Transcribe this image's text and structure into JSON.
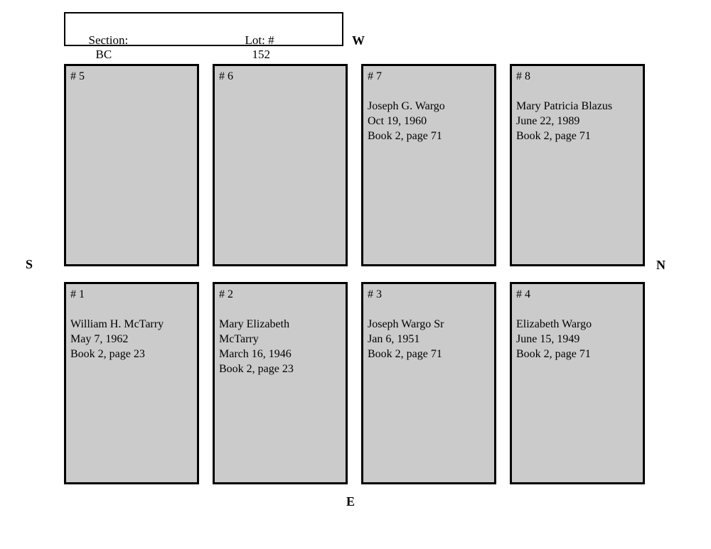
{
  "header": {
    "section_label": "Section:",
    "section_value": "BC",
    "lot_label": "Lot: #",
    "lot_value": "152"
  },
  "compass": {
    "west": "W",
    "south": "S",
    "north": "N",
    "east": "E"
  },
  "colors": {
    "plot_fill": "#cbcbcb",
    "border": "#000000",
    "background": "#ffffff"
  },
  "plots": [
    {
      "number": "# 5",
      "lines": []
    },
    {
      "number": "# 6",
      "lines": []
    },
    {
      "number": "# 7",
      "lines": [
        "Joseph G. Wargo",
        "Oct 19, 1960",
        "Book 2, page 71"
      ]
    },
    {
      "number": "# 8",
      "lines": [
        "Mary Patricia Blazus",
        "June 22, 1989",
        "Book 2, page 71"
      ]
    },
    {
      "number": "# 1",
      "lines": [
        "William H. McTarry",
        "May 7, 1962",
        "Book 2, page 23"
      ]
    },
    {
      "number": "# 2",
      "lines": [
        "Mary Elizabeth",
        "McTarry",
        "March 16, 1946",
        "Book 2, page 23"
      ]
    },
    {
      "number": "# 3",
      "lines": [
        "Joseph Wargo Sr",
        "Jan 6, 1951",
        "Book 2, page 71"
      ]
    },
    {
      "number": "# 4",
      "lines": [
        "Elizabeth Wargo",
        "June 15, 1949",
        "Book 2, page 71"
      ]
    }
  ]
}
